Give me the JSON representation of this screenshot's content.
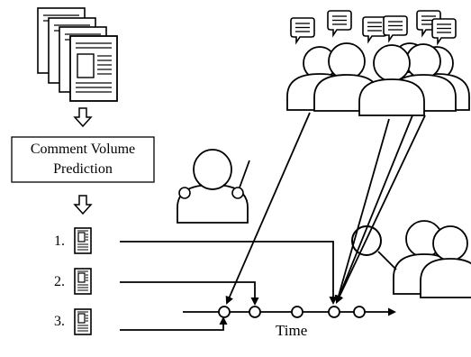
{
  "prediction_box": {
    "line1": "Comment Volume",
    "line2": "Prediction"
  },
  "ranked_list": [
    {
      "rank": "1."
    },
    {
      "rank": "2."
    },
    {
      "rank": "3."
    }
  ],
  "timeline": {
    "label": "Time"
  },
  "icons": {
    "documents": "news-article-stack-icon",
    "arrow": "hollow-down-arrow-icon",
    "editor": "editor-with-pointer-icon",
    "commenters": "commenting-crowd-icon",
    "readers": "reader-group-icon",
    "highlight": "highlight-circle-icon"
  },
  "colors": {
    "stroke": "#000000",
    "fill": "#ffffff"
  }
}
